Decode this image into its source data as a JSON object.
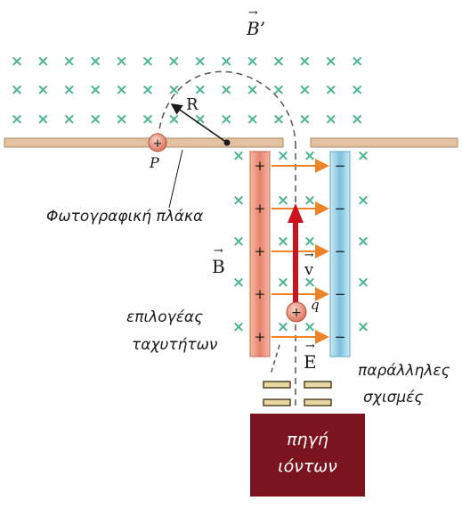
{
  "labels": {
    "b_prime": "B",
    "b_prime_mark": "’",
    "b": "B",
    "e": "E",
    "v": "v",
    "r": "R",
    "p": "P",
    "q": "q",
    "photographic_plate": "Φωτογραφική πλάκα",
    "velocity_selector_line1": "επιλογέας",
    "velocity_selector_line2": "ταχυτήτων",
    "parallel_slits_line1": "παράλληλες",
    "parallel_slits_line2": "σχισμές",
    "ion_source_line1": "πηγή",
    "ion_source_line2": "ιόντων",
    "plus": "+",
    "minus": "−",
    "cross": "×"
  },
  "colors": {
    "field_cross": "#4fb393",
    "plate": "#e1c19f",
    "positive_plate": "#e8826c",
    "negative_plate": "#9dd2e6",
    "e_field_arrow": "#ee8429",
    "velocity_arrow": "#c9141f",
    "charge": "#e88a76",
    "ion_source": "#7b141f"
  },
  "icons": {
    "field_into_page": "cross-icon",
    "positive_charge": "plus-icon",
    "negative_charge": "minus-icon"
  }
}
